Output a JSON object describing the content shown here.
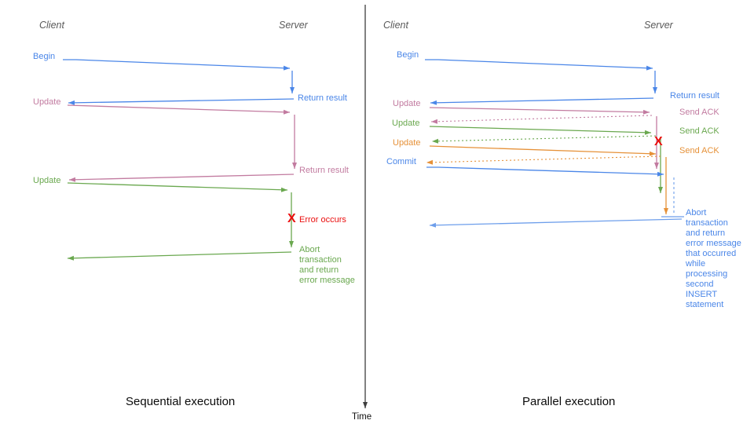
{
  "palette": {
    "blue": "#4a86e8",
    "light_blue": "#6d9eeb",
    "pink": "#c27ba0",
    "green": "#6aa84f",
    "orange": "#e69138",
    "red": "#ea0e0e",
    "actor_gray": "#595959",
    "axis_dark": "#3d3d3d"
  },
  "left_panel": {
    "client_label": "Client",
    "server_label": "Server",
    "begin_label": "Begin",
    "return_result_1": "Return result",
    "update_1": "Update",
    "return_result_2": "Return result",
    "update_2": "Update",
    "error_mark": "X",
    "error_label": "Error occurs",
    "abort_note": "Abort transaction and return error message",
    "caption": "Sequential execution"
  },
  "right_panel": {
    "client_label": "Client",
    "server_label": "Server",
    "begin_label": "Begin",
    "return_result": "Return result",
    "update_1": "Update",
    "ack_1": "Send ACK",
    "update_2": "Update",
    "ack_2": "Send ACK",
    "update_3": "Update",
    "ack_3": "Send ACK",
    "commit_label": "Commit",
    "error_mark": "X",
    "abort_note": "Abort transaction and return error message that occurred while processing second INSERT statement",
    "caption": "Parallel execution"
  },
  "time_axis": {
    "label": "Time"
  }
}
